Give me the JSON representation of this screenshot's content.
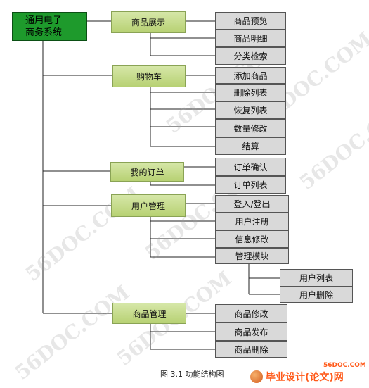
{
  "root": {
    "line1": "通用电子",
    "line2": "商务系统"
  },
  "modules": {
    "display": "商品展示",
    "cart": "购物车",
    "orders": "我的订单",
    "users": "用户管理",
    "goods": "商品管理"
  },
  "leaves": {
    "display": [
      "商品预览",
      "商品明细",
      "分类检索"
    ],
    "cart": [
      "添加商品",
      "删除列表",
      "恢复列表",
      "数量修改",
      "结算"
    ],
    "orders": [
      "订单确认",
      "订单列表"
    ],
    "users": [
      "登入/登出",
      "用户注册",
      "信息修改",
      "管理模块"
    ],
    "admin": [
      "用户列表",
      "用户删除"
    ],
    "goods": [
      "商品修改",
      "商品发布",
      "商品删除"
    ]
  },
  "caption": "图 3.1 功能结构图",
  "watermark_text": "56DOC.COM",
  "logo": {
    "text": "毕业设计(论文)网",
    "small": "56DOC.COM"
  }
}
